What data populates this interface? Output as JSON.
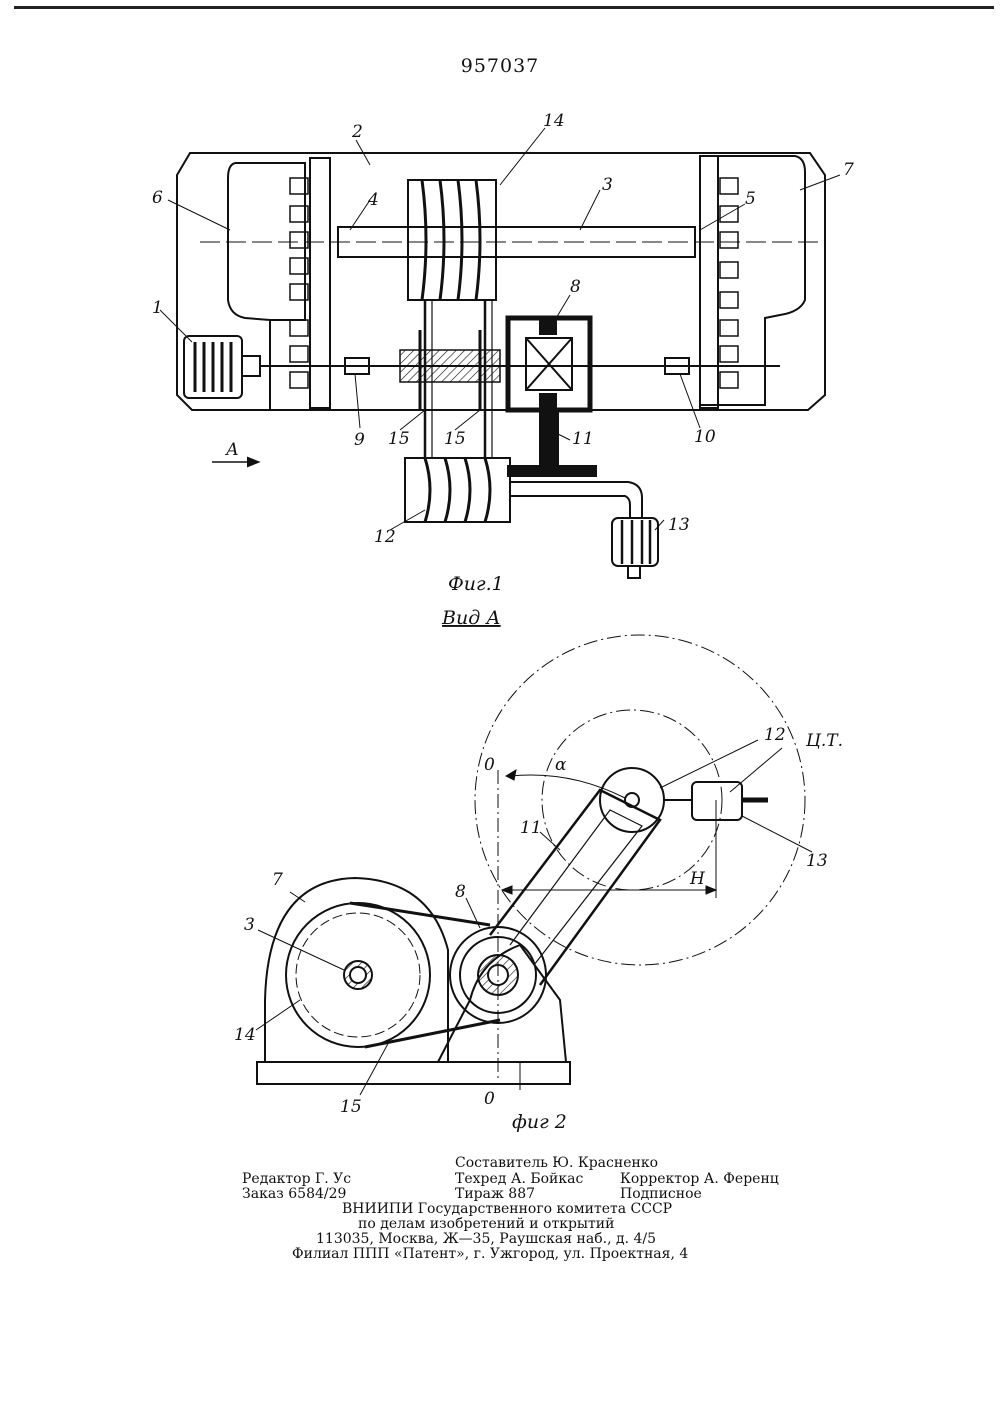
{
  "patent_number": "957037",
  "figure1": {
    "caption": "Фиг.1",
    "view_label": "Вид А",
    "arrow_label": "А",
    "labels": {
      "l1": "1",
      "l2": "2",
      "l3": "3",
      "l4": "4",
      "l5": "5",
      "l6": "6",
      "l7": "7",
      "l8": "8",
      "l9": "9",
      "l10": "10",
      "l11": "11",
      "l12": "12",
      "l13": "13",
      "l14": "14",
      "l15a": "15",
      "l15b": "15"
    }
  },
  "figure2": {
    "caption": "фиг 2",
    "labels": {
      "l0top": "0",
      "alpha": "α",
      "l12": "12",
      "ct": "Ц.Т.",
      "l11": "11",
      "l13": "13",
      "H": "H",
      "l7": "7",
      "l8": "8",
      "l3": "3",
      "l14": "14",
      "l15": "15",
      "l0bot": "0"
    }
  },
  "imprint": {
    "editor": "Редактор Г. Ус",
    "order": "Заказ 6584/29",
    "compiler": "Составитель Ю. Красненко",
    "techeditor": "Техред А. Бойкас",
    "corrector": "Корректор А. Ференц",
    "circulation": "Тираж 887",
    "subscription": "Подписное",
    "org1": "ВНИИПИ  Государственного  комитета  СССР",
    "org2": "по  делам  изобретений  и  открытий",
    "address": "113035,  Москва,  Ж—35,  Раушская  наб.,  д.  4/5",
    "branch": "Филиал  ППП  «Патент»,  г.  Ужгород,  ул.  Проектная,  4"
  }
}
